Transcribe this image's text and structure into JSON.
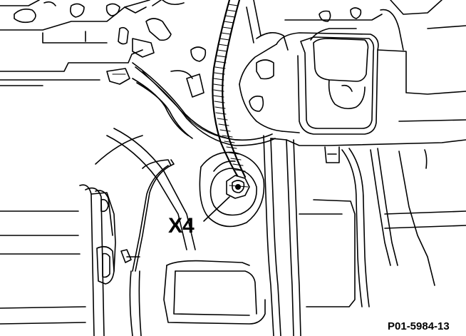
{
  "figure": {
    "callout_label": "X4",
    "figure_id": "P01-5984-13"
  },
  "parts": [
    {
      "name": "ground-connector-x4",
      "label": "X4"
    }
  ]
}
